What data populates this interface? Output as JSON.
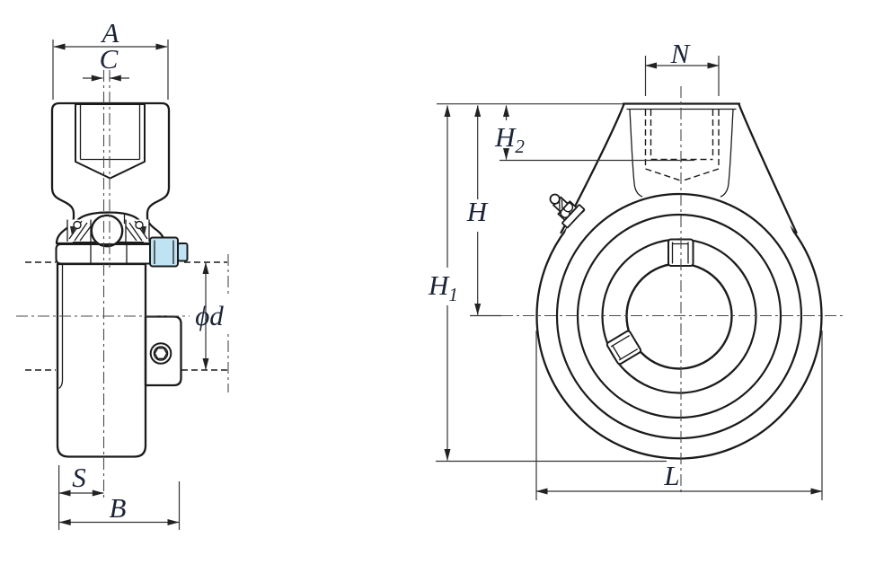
{
  "drawing": {
    "description": "bearing unit technical drawing, two views",
    "colors": {
      "housing_fill": "#ddeffa",
      "insert_fill": "#cfe9f6",
      "collar_fill": "#bfe3f3",
      "part_line": "#1b1b1b",
      "dimension_line": "#333333",
      "label_color": "#1c2436",
      "background": "#ffffff"
    }
  },
  "left_view": {
    "label_a": "A",
    "label_c": "C",
    "label_phi_d": "ϕd",
    "label_s": "S",
    "label_b": "B"
  },
  "right_view": {
    "label_n": "N",
    "label_h2": "H",
    "label_h2_sub": "2",
    "label_h": "H",
    "label_h1": "H",
    "label_h1_sub": "1",
    "label_l": "L"
  }
}
